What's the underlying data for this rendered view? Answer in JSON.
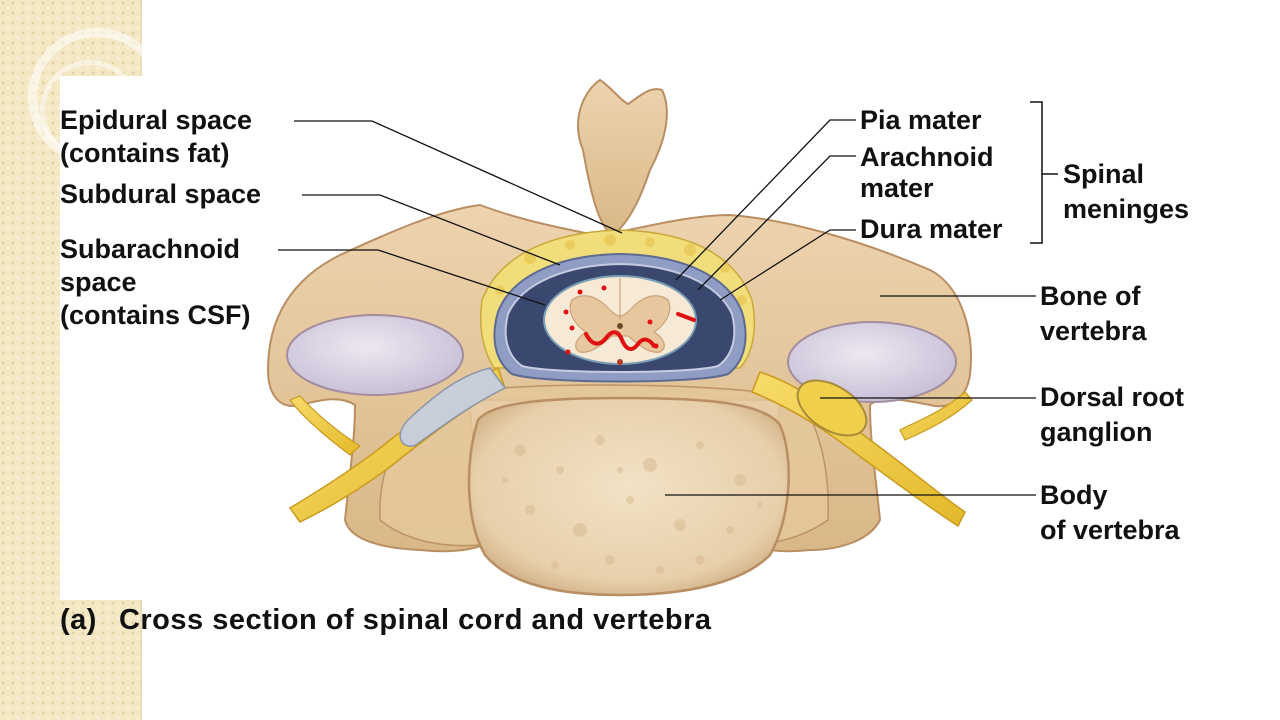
{
  "labels": {
    "epidural": [
      "Epidural space",
      "(contains fat)"
    ],
    "subdural": "Subdural space",
    "subarachnoid": [
      "Subarachnoid",
      "space",
      "(contains CSF)"
    ],
    "pia": "Pia mater",
    "arachnoid": [
      "Arachnoid",
      "mater"
    ],
    "dura": "Dura mater",
    "meninges": [
      "Spinal",
      "meninges"
    ],
    "bone": [
      "Bone of",
      "vertebra"
    ],
    "drg": [
      "Dorsal root",
      "ganglion"
    ],
    "body": [
      "Body",
      "of vertebra"
    ]
  },
  "caption": {
    "part": "(a)",
    "text": "Cross section of spinal cord and vertebra"
  },
  "colors": {
    "bone": "#e8c9a0",
    "bone_dark": "#b98e62",
    "body": "#efdcbd",
    "nerve": "#f2cd45",
    "dura": "#8f9cc4",
    "csf": "#3a4870",
    "cord": "#f6e9d6",
    "gray_matter": "#e8c79e",
    "fat": "#f1dd7a",
    "facet": "#ddd6e6",
    "annotation": "#e01010"
  }
}
